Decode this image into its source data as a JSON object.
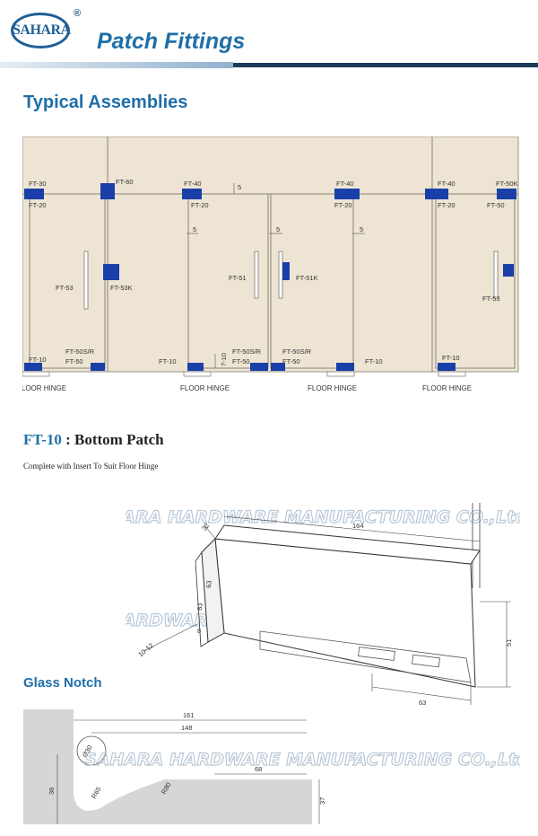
{
  "header": {
    "brand": "SAHARA",
    "registered_mark": "®",
    "title": "Patch Fittings"
  },
  "assemblies": {
    "title": "Typical Assemblies",
    "labels": {
      "ft30": "FT-30",
      "ft20a": "FT-20",
      "ft60": "FT-60",
      "ft40a": "FT-40",
      "ft20b": "FT-20",
      "dim5a": "5",
      "ft40b": "FT-40",
      "ft20c": "FT-20",
      "ft40c": "FT-40",
      "ft20d": "FT-20",
      "ft50k": "FT-50K",
      "ft50a": "FT-50",
      "dim5b": "5",
      "dim5c": "5",
      "dim5d": "5",
      "ft53a": "FT-53",
      "ft53k": "FT-53K",
      "ft51": "FT-51",
      "ft51k": "FT-51K",
      "ft53b": "FT-53",
      "ft10a": "FT-10",
      "ft50sr_a": "FT-50S/R",
      "ft50b": "FT-50",
      "ft10b": "FT-10",
      "dim710": "7-10",
      "ft50sr_b": "FT-50S/R",
      "ft50c": "FT-50",
      "ft50sr_c": "FT-50S/R",
      "ft50d": "FT-50",
      "ft10c": "FT-10",
      "ft10d": "FT-10"
    },
    "floor_hinges": [
      "FLOOR HINGE",
      "FLOOR HINGE",
      "FLOOR HINGE",
      "FLOOR HINGE"
    ]
  },
  "product": {
    "code": "FT-10",
    "separator": ":",
    "name": "Bottom Patch",
    "description": "Complete with Insert To Suit Floor Hinge",
    "dimensions": {
      "d164": "164",
      "d32": "32",
      "d63a": "63",
      "d63b": "63",
      "d8": "8",
      "d1012": "10-12",
      "d51": "51",
      "d63c": "63"
    }
  },
  "notch": {
    "title": "Glass Notch",
    "dimensions": {
      "d161": "161",
      "d148": "148",
      "d30": "Ø30",
      "d68": "68",
      "d36": "36",
      "dR65": "R65",
      "dR80": "R80",
      "d37": "37"
    }
  },
  "watermark": {
    "text": "SAHARA HARDWARE MANUFACTURING CO.,Ltd"
  },
  "colors": {
    "brand_blue": "#1f6fa8",
    "glass": "#ede4d3",
    "patch": "#1a3fa8",
    "header_rule": "#1d3c5c",
    "notch_glass": "#d6d6d6"
  }
}
